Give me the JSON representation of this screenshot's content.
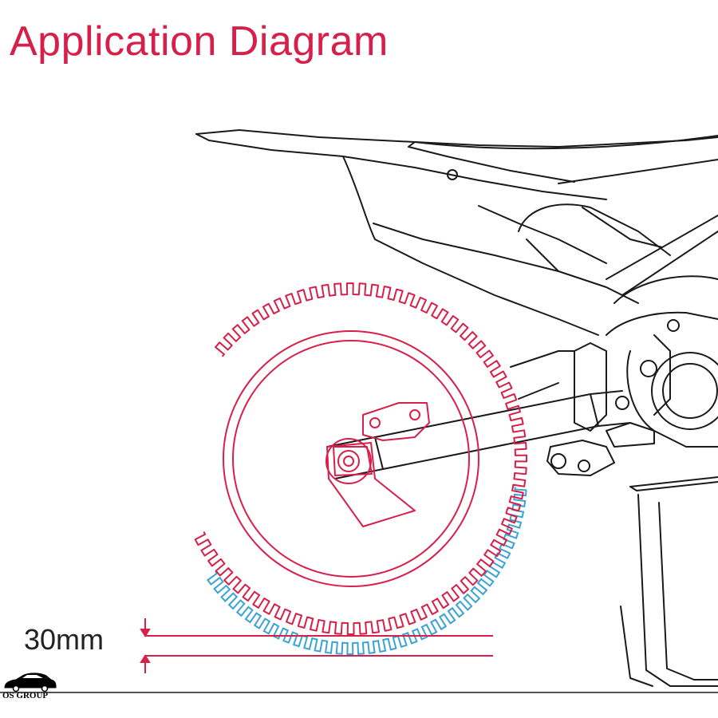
{
  "title": "Application Diagram",
  "dimension_label": "30mm",
  "logo": {
    "text": "OS GROUP",
    "icon": "car-icon"
  },
  "colors": {
    "title": "#d6204a",
    "raised_wheel": "#d6204a",
    "ground_wheel": "#3aa3d6",
    "outline": "#1a1a1a"
  }
}
